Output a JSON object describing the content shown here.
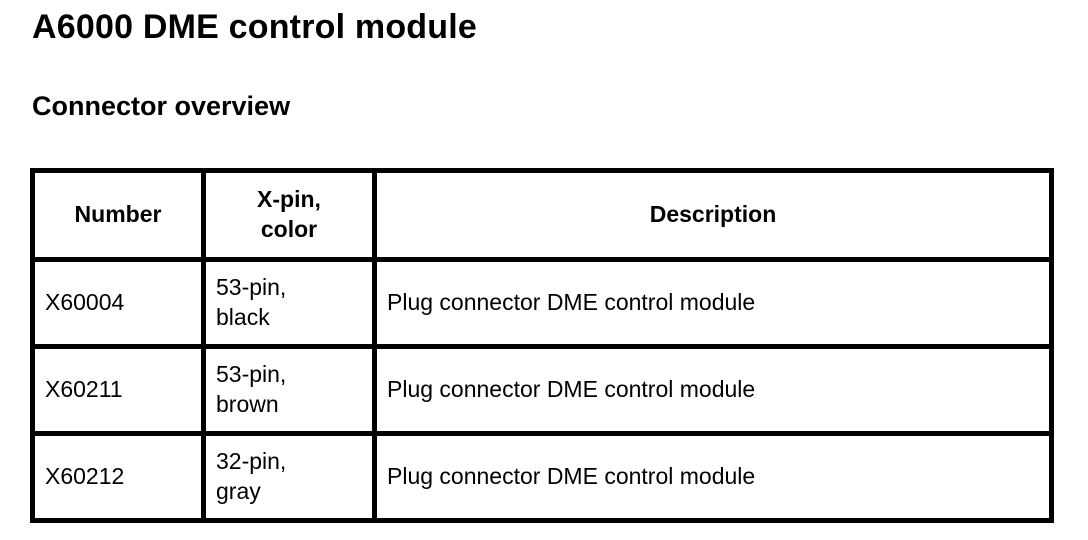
{
  "page": {
    "title": "A6000 DME control module",
    "subtitle": "Connector overview"
  },
  "colors": {
    "background": "#ffffff",
    "text": "#000000",
    "table_border": "#000000"
  },
  "table": {
    "headers": [
      "Number",
      "X-pin,\ncolor",
      "Description"
    ],
    "rows": [
      {
        "number": "X60004",
        "xpin_color": "53-pin,\nblack",
        "description": "Plug connector DME control module"
      },
      {
        "number": "X60211",
        "xpin_color": "53-pin,\nbrown",
        "description": "Plug connector DME control module"
      },
      {
        "number": "X60212",
        "xpin_color": "32-pin,\ngray",
        "description": "Plug connector DME control module"
      }
    ]
  }
}
